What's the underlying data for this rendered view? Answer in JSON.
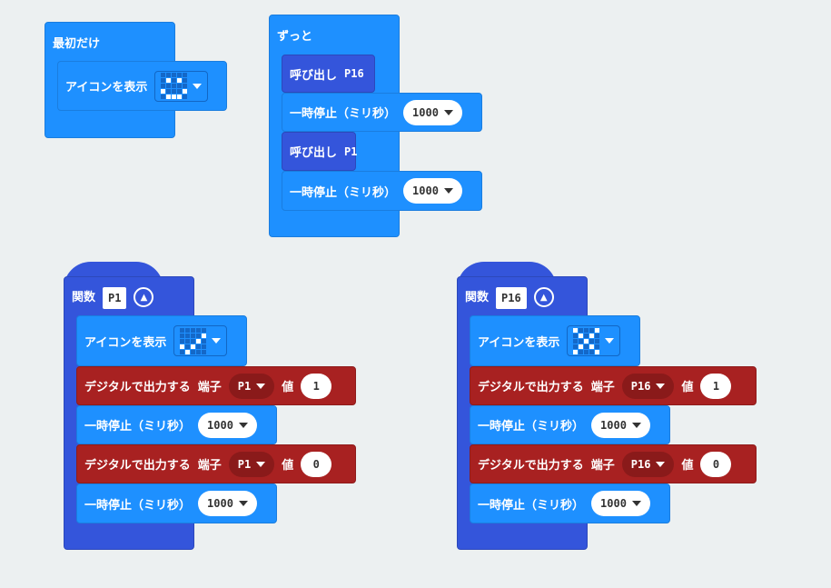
{
  "on_start": {
    "label": "最初だけ",
    "show_icon": {
      "label": "アイコンを表示",
      "icon": "happy",
      "pattern": "0000001010000001000101110"
    }
  },
  "forever": {
    "label": "ずっと",
    "items": [
      {
        "type": "call",
        "label": "呼び出し",
        "arg": "P16"
      },
      {
        "type": "pause",
        "label": "一時停止（ミリ秒）",
        "value": "1000"
      },
      {
        "type": "call",
        "label": "呼び出し",
        "arg": "P1"
      },
      {
        "type": "pause",
        "label": "一時停止（ミリ秒）",
        "value": "1000"
      }
    ]
  },
  "functions": [
    {
      "label": "関数",
      "name": "P1",
      "show_icon": {
        "label": "アイコンを表示",
        "icon": "yes",
        "pattern": "0000000001000101010001000"
      },
      "write1": {
        "label": "デジタルで出力する",
        "pin_label": "端子",
        "pin": "P1",
        "value_label": "値",
        "value": "1"
      },
      "pause1": {
        "label": "一時停止（ミリ秒）",
        "value": "1000"
      },
      "write2": {
        "label": "デジタルで出力する",
        "pin_label": "端子",
        "pin": "P1",
        "value_label": "値",
        "value": "0"
      },
      "pause2": {
        "label": "一時停止（ミリ秒）",
        "value": "1000"
      }
    },
    {
      "label": "関数",
      "name": "P16",
      "show_icon": {
        "label": "アイコンを表示",
        "icon": "no",
        "pattern": "1000101010001000101010001"
      },
      "write1": {
        "label": "デジタルで出力する",
        "pin_label": "端子",
        "pin": "P16",
        "value_label": "値",
        "value": "1"
      },
      "pause1": {
        "label": "一時停止（ミリ秒）",
        "value": "1000"
      },
      "write2": {
        "label": "デジタルで出力する",
        "pin_label": "端子",
        "pin": "P16",
        "value_label": "値",
        "value": "0"
      },
      "pause2": {
        "label": "一時停止（ミリ秒）",
        "value": "1000"
      }
    }
  ]
}
